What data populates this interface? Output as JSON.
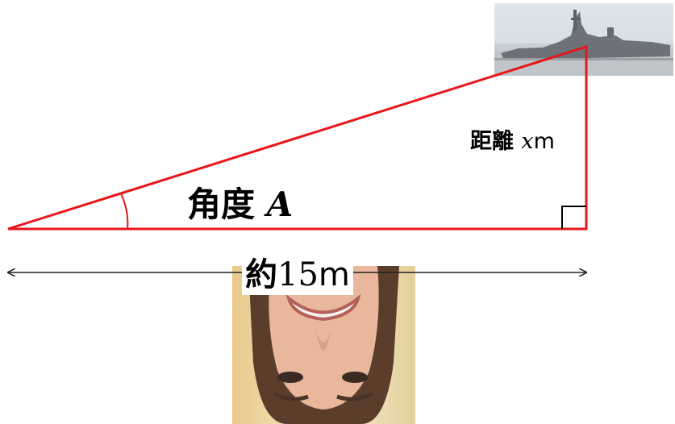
{
  "labels": {
    "angle": {
      "word": "角度",
      "var": "A"
    },
    "distance": {
      "word": "距離",
      "var": "x",
      "unit": "m"
    },
    "base": {
      "prefix": "約",
      "number": "15",
      "unit": "m"
    }
  },
  "colors": {
    "triangle": "#e8161b",
    "arrow": "#222222",
    "text": "#000000"
  },
  "images": {
    "ship": "ship-photo",
    "face": "face-photo-upside-down"
  }
}
